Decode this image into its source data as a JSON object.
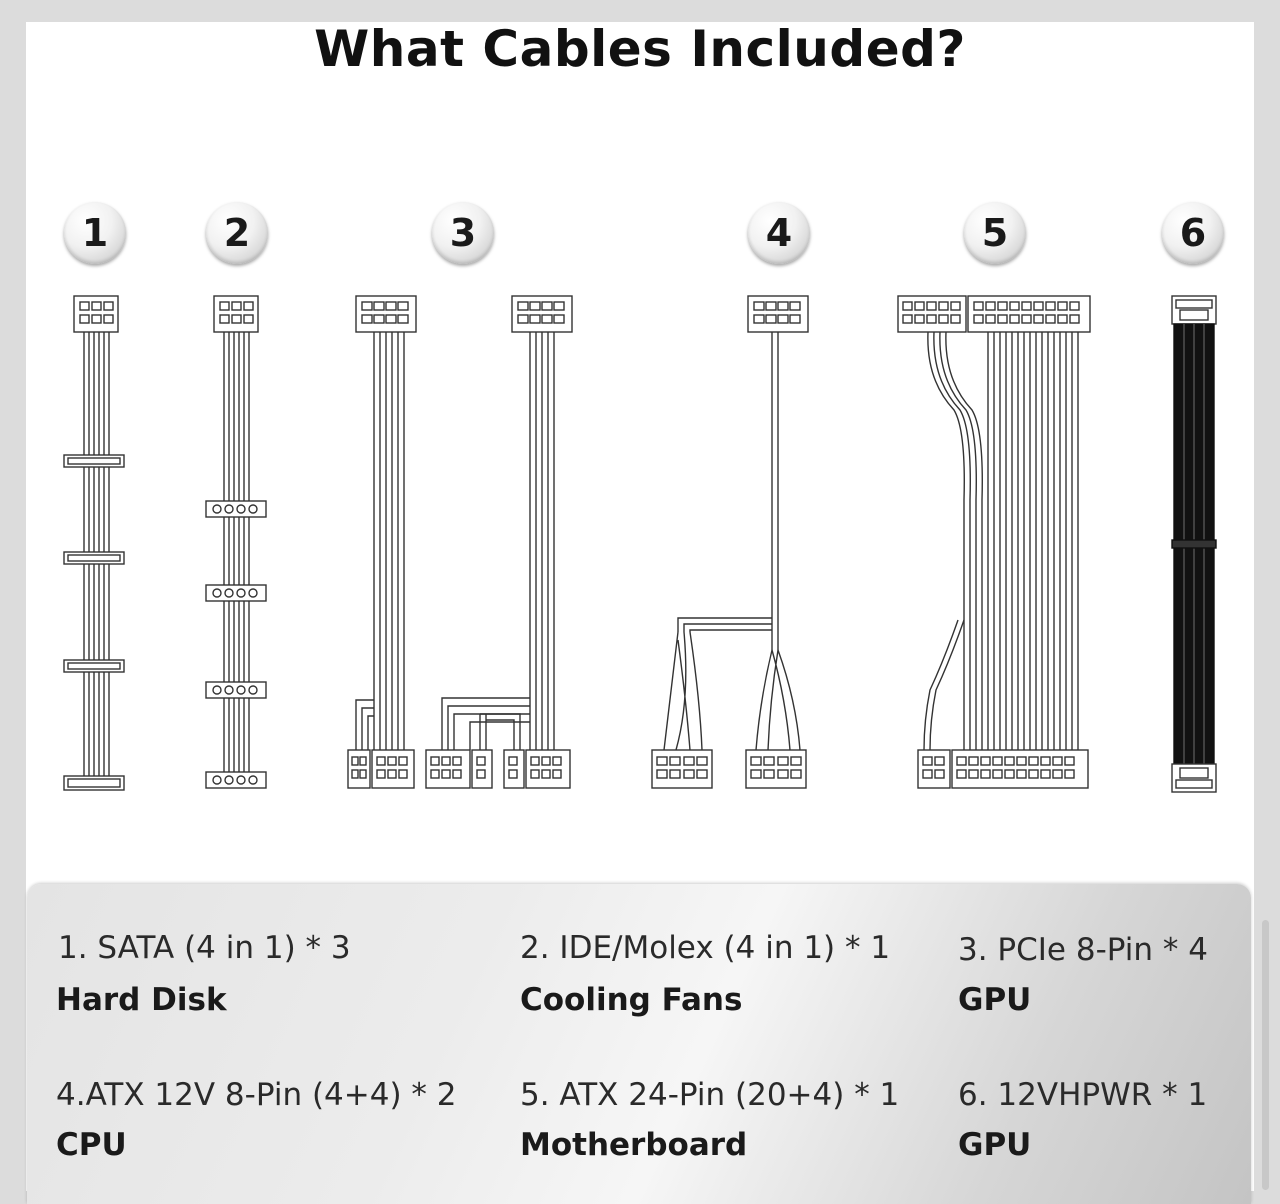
{
  "title": "What Cables Included?",
  "badges": [
    "1",
    "2",
    "3",
    "4",
    "5",
    "6"
  ],
  "legend": [
    {
      "label": "1. SATA (4 in 1) * 3",
      "use": "Hard Disk"
    },
    {
      "label": "2. IDE/Molex (4 in 1) * 1",
      "use": "Cooling Fans"
    },
    {
      "label": "3. PCIe 8-Pin * 4",
      "use": "GPU"
    },
    {
      "label": "4.ATX 12V 8-Pin (4+4) * 2",
      "use": "CPU"
    },
    {
      "label": "5. ATX 24-Pin (20+4) * 1",
      "use": "Motherboard"
    },
    {
      "label": "6. 12VHPWR * 1",
      "use": "GPU"
    }
  ]
}
